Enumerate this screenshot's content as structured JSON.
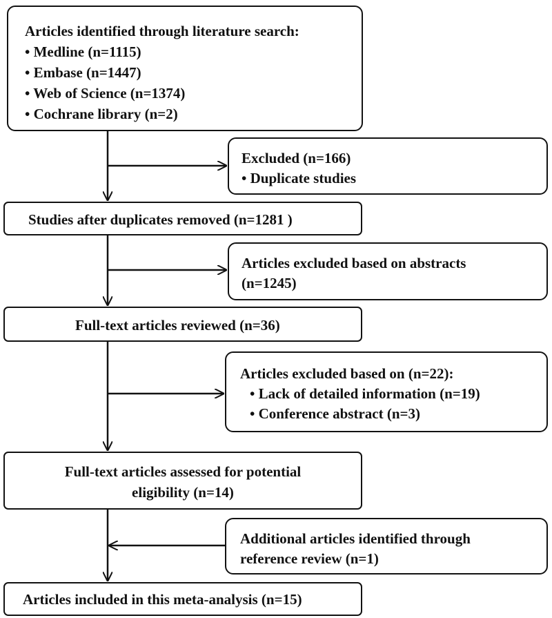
{
  "search": {
    "title": "Articles identified through literature search:",
    "items": [
      "• Medline (n=1115)",
      "• Embase (n=1447)",
      "• Web of Science (n=1374)",
      "• Cochrane library (n=2)"
    ]
  },
  "excluded_duplicates": {
    "title": "Excluded (n=166)",
    "items": [
      "• Duplicate studies"
    ]
  },
  "after_duplicates": {
    "text": "Studies after duplicates removed (n=1281 )"
  },
  "excluded_abstracts": {
    "line1": "Articles excluded based on abstracts",
    "line2": "(n=1245)"
  },
  "fulltext_reviewed": {
    "text": "Full-text articles reviewed (n=36)"
  },
  "excluded_fulltext": {
    "title": "Articles excluded based on (n=22):",
    "items": [
      "• Lack of detailed information (n=19)",
      "• Conference abstract (n=3)"
    ]
  },
  "assessed": {
    "line1": "Full-text articles assessed for potential",
    "line2": "eligibility (n=14)"
  },
  "additional": {
    "line1": "Additional articles identified through",
    "line2": "reference review (n=1)"
  },
  "included": {
    "text": "Articles included in this meta-analysis (n=15)"
  }
}
